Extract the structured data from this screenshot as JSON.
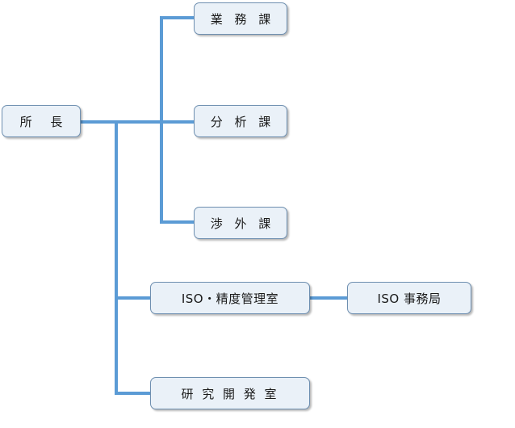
{
  "nodes": {
    "director": "所 長",
    "business": "業 務 課",
    "analysis": "分 析 課",
    "liaison": "渉 外 課",
    "iso_precision": "ISO・精度管理室",
    "iso_office": "ISO 事務局",
    "research": "研 究 開 発 室"
  },
  "colors": {
    "connector": "#5b9bd5",
    "box_fill": "#eaf1f8",
    "box_border": "#6e8fb0"
  }
}
